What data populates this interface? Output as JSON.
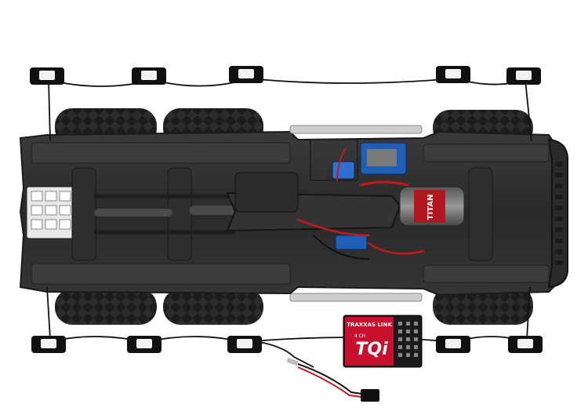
{
  "product": {
    "receiver_brand": "TRAXXAS LINK",
    "receiver_model": "TQi",
    "receiver_channels": "4 CH",
    "motor_brand": "TITAN"
  },
  "colors": {
    "background": "#ffffff",
    "chassis": "#2b2b2d",
    "tire": "#1a1a1a",
    "wire_black": "#111111",
    "wire_red": "#c41a1a",
    "led": "#f2f2f2",
    "receiver_red": "#c8102e",
    "esc_blue": "#1f5fb8"
  },
  "lights": {
    "top_row_count": 5,
    "bottom_row_count": 5
  }
}
